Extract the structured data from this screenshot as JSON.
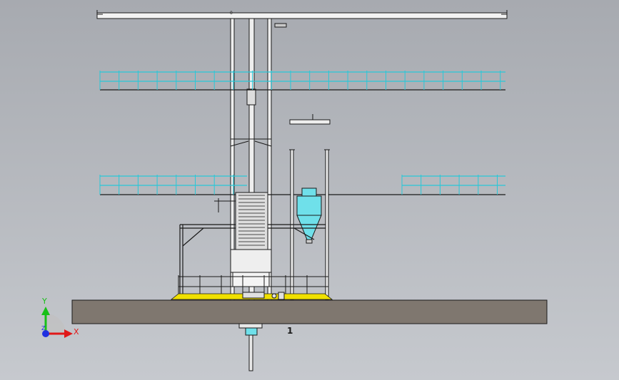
{
  "viewport": {
    "background_top": "#a7aab0",
    "background_bottom": "#c6c9ce"
  },
  "drawing": {
    "ground_color": "#7f776f",
    "deck_color": "#f0e000",
    "railing_color": "#28c8d8",
    "line_color": "#1a1a1a",
    "steel_color": "#e8e8e8",
    "hopper_color": "#6fe0ea",
    "callout_label": "1",
    "tag_label": "0"
  },
  "triad": {
    "x_label": "X",
    "y_label": "Y",
    "z_label": "Z",
    "x_color": "#e01818",
    "y_color": "#18c018",
    "z_color": "#2030e0"
  }
}
